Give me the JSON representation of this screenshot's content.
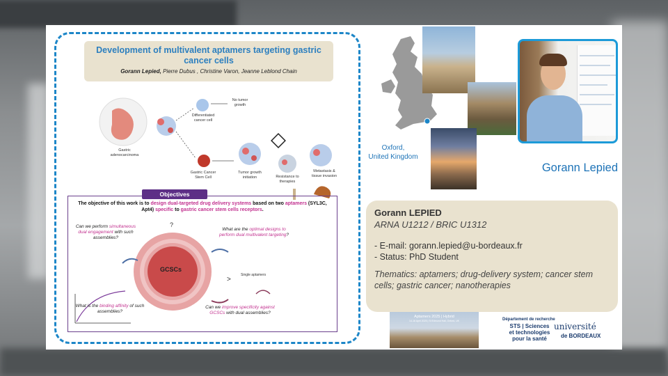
{
  "poster": {
    "title": "Development of multivalent aptamers targeting gastric cancer cells",
    "authors_lead": "Gorann Lepied,",
    "authors_rest": " Pierre Dubus , Christine Varon, Jeanne Leblond Chain",
    "diagram_labels": {
      "no_tumor": "No tumor growth",
      "differentiated": "Differentiated cancer cell",
      "gastric_adeno": "Gastric adenocarcinoma",
      "gcsc": "Gastric Cancer Stem Cell",
      "tumor_growth": "Tumor growth initiation",
      "resistance": "Resistance to therapies",
      "metastasis": "Metastasis & tissue invasion"
    },
    "objectives": {
      "tab": "Objectives",
      "text_1": "The objective of this work is to ",
      "text_hl1": "design dual-targeted drug delivery systems",
      "text_2": " based on two ",
      "text_hl2": "aptamers",
      "text_3": " (SYL3C, Apt4) ",
      "text_hl3": "specific",
      "text_4": " to ",
      "text_hl4": "gastric cancer stem cells receptors",
      "text_5": ".",
      "q1_a": "Can we perform ",
      "q1_hl": "simultaneous dual engagement",
      "q1_b": " with such assemblies?",
      "q2_a": "What are the ",
      "q2_hl": "optimal designs to perform dual multivalent targeting",
      "q2_b": "?",
      "q3_a": "What is the ",
      "q3_hl": "binding affinity",
      "q3_b": " of such assemblies?",
      "q4_a": "Can we ",
      "q4_hl": "improve specificity against GCSCs",
      "q4_b": " with dual assemblies?",
      "gcscs": "GCSCs",
      "single_aptamers": "Single aptamers",
      "gt": ">",
      "qmark": "?"
    }
  },
  "location": {
    "city": "Oxford,",
    "country": "United Kingdom"
  },
  "presenter": {
    "display_name": "Gorann Lepied",
    "name_caps": "Gorann LEPIED",
    "affiliation": "ARNA U1212 / BRIC U1312",
    "email_line": "- E-mail: gorann.lepied@u-bordeaux.fr",
    "status_line": "- Status: PhD Student",
    "thematics": "Thematics: aptamers; drug-delivery system; cancer stem cells; gastric cancer; nanotherapies"
  },
  "conference": {
    "title": "Aptamers 2025 | Hybrid",
    "subtitle": "14-16 April 2025 | St Edmund Hall, Oxford, UK"
  },
  "logo": {
    "department": "Département de recherche",
    "sts": "STS | Sciences et technologies pour la santé",
    "universite": "université",
    "bordeaux": "de BORDEAUX"
  },
  "colors": {
    "accent_blue": "#1c86c8",
    "highlight_magenta": "#c2318f",
    "objectives_purple": "#5d2f86",
    "beige_box": "#e9e2cf"
  }
}
